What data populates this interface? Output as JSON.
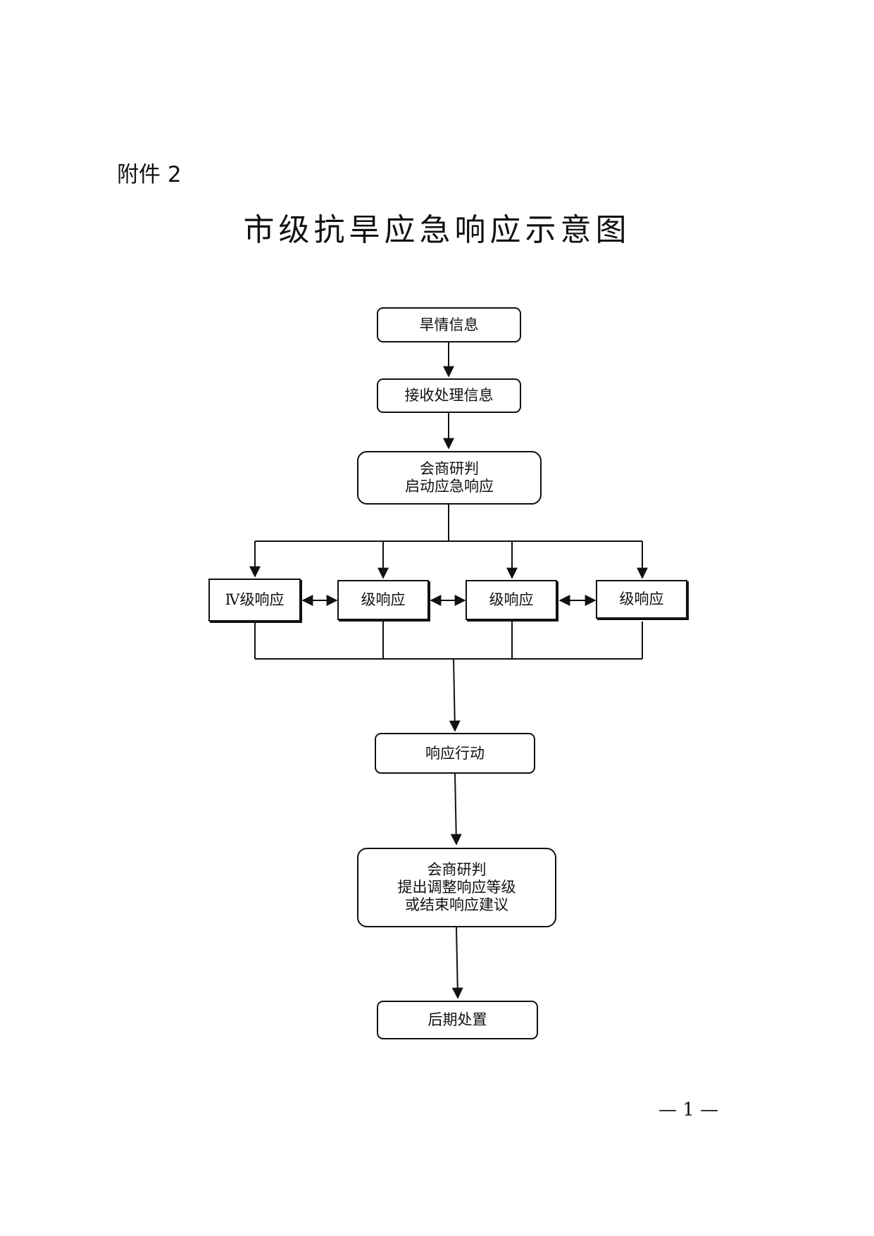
{
  "header": {
    "attachment": "附件 2"
  },
  "title": "市级抗旱应急响应示意图",
  "flow": {
    "drought_info": "旱情信息",
    "receive_info": "接收处理信息",
    "consult_start": [
      "会商研判",
      "启动应急响应"
    ],
    "levels": [
      "Ⅳ级响应",
      "级响应",
      "级响应",
      "级响应"
    ],
    "response_action": "响应行动",
    "consult_adjust": [
      "会商研判",
      "提出调整响应等级",
      "或结束响应建议"
    ],
    "aftermath": "后期处置"
  },
  "footer": {
    "page": "— 1 —"
  }
}
